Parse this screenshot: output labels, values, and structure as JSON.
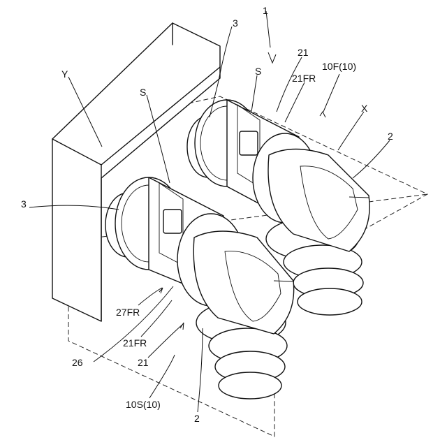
{
  "labels": {
    "l1": "1",
    "l3_top": "3",
    "l21_top": "21",
    "l10F": "10F(10)",
    "lS_top": "S",
    "l21FR_top": "21FR",
    "lY": "Y",
    "lS_mid": "S",
    "lX": "X",
    "l2_right": "2",
    "l3_left": "3",
    "l27FR": "27FR",
    "l21FR_bottom": "21FR",
    "l26": "26",
    "l21_bottom": "21",
    "l10S": "10S(10)",
    "l2_bottom": "2"
  }
}
